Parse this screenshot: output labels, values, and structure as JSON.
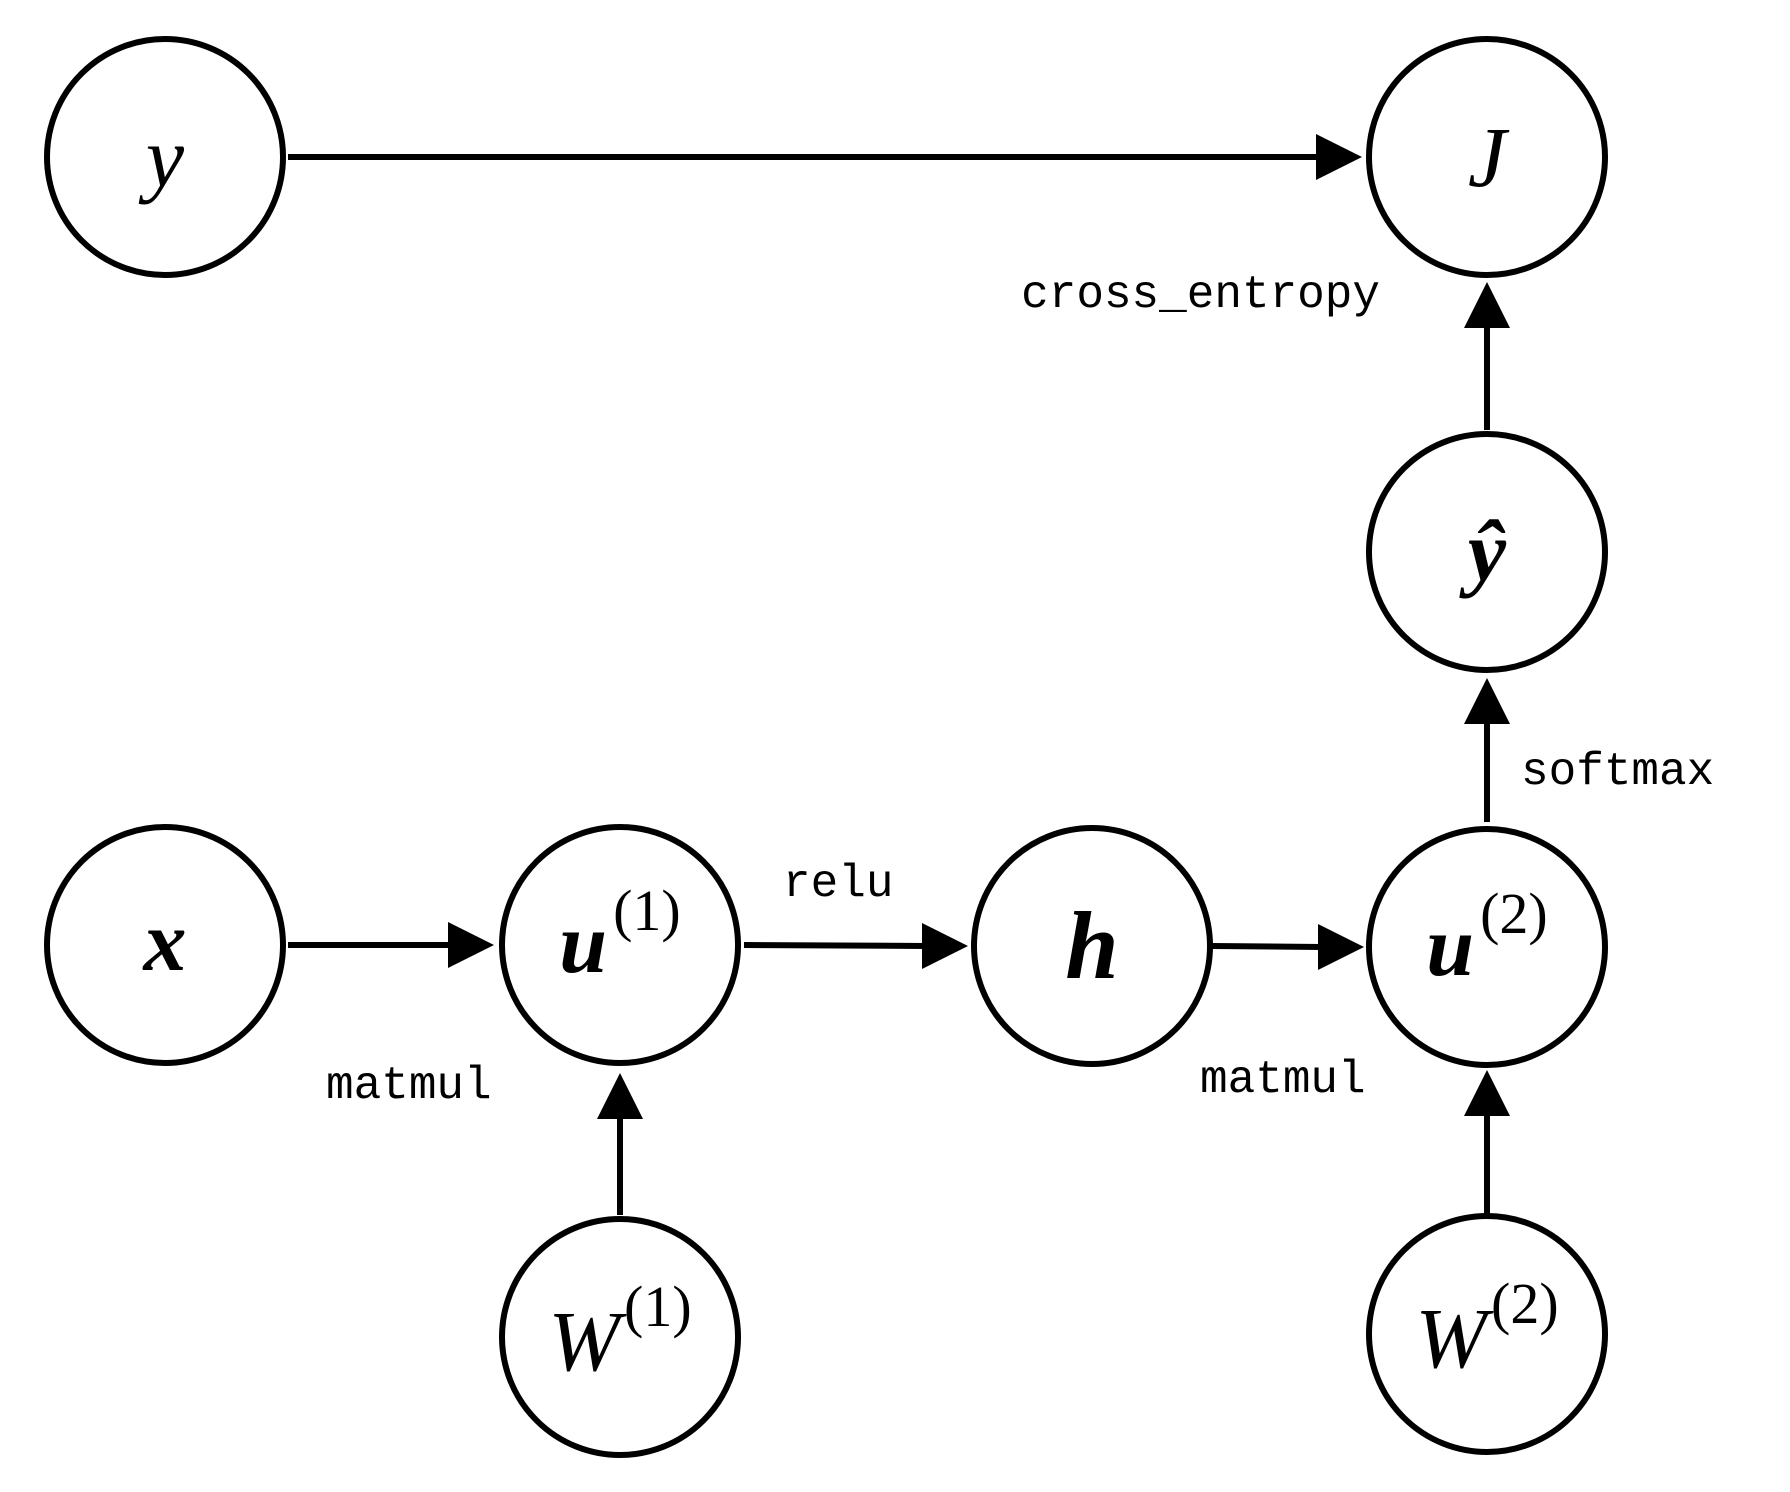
{
  "nodes": {
    "y": {
      "main": "y",
      "sup": ""
    },
    "J": {
      "main": "J",
      "sup": ""
    },
    "y_hat": {
      "main": "ŷ",
      "sup": ""
    },
    "x": {
      "main": "x",
      "sup": ""
    },
    "u1": {
      "main": "u",
      "sup": "(1)"
    },
    "h": {
      "main": "h",
      "sup": ""
    },
    "u2": {
      "main": "u",
      "sup": "(2)"
    },
    "W1": {
      "main": "W",
      "sup": "(1)"
    },
    "W2": {
      "main": "W",
      "sup": "(2)"
    }
  },
  "operations": {
    "cross_entropy": "cross_entropy",
    "softmax": "softmax",
    "relu": "relu",
    "matmul_1": "matmul",
    "matmul_2": "matmul"
  },
  "edges": [
    {
      "from": "y",
      "to": "J"
    },
    {
      "from": "y_hat",
      "to": "J"
    },
    {
      "from": "u2",
      "to": "y_hat"
    },
    {
      "from": "x",
      "to": "u1"
    },
    {
      "from": "W1",
      "to": "u1"
    },
    {
      "from": "u1",
      "to": "h"
    },
    {
      "from": "h",
      "to": "u2"
    },
    {
      "from": "W2",
      "to": "u2"
    }
  ]
}
